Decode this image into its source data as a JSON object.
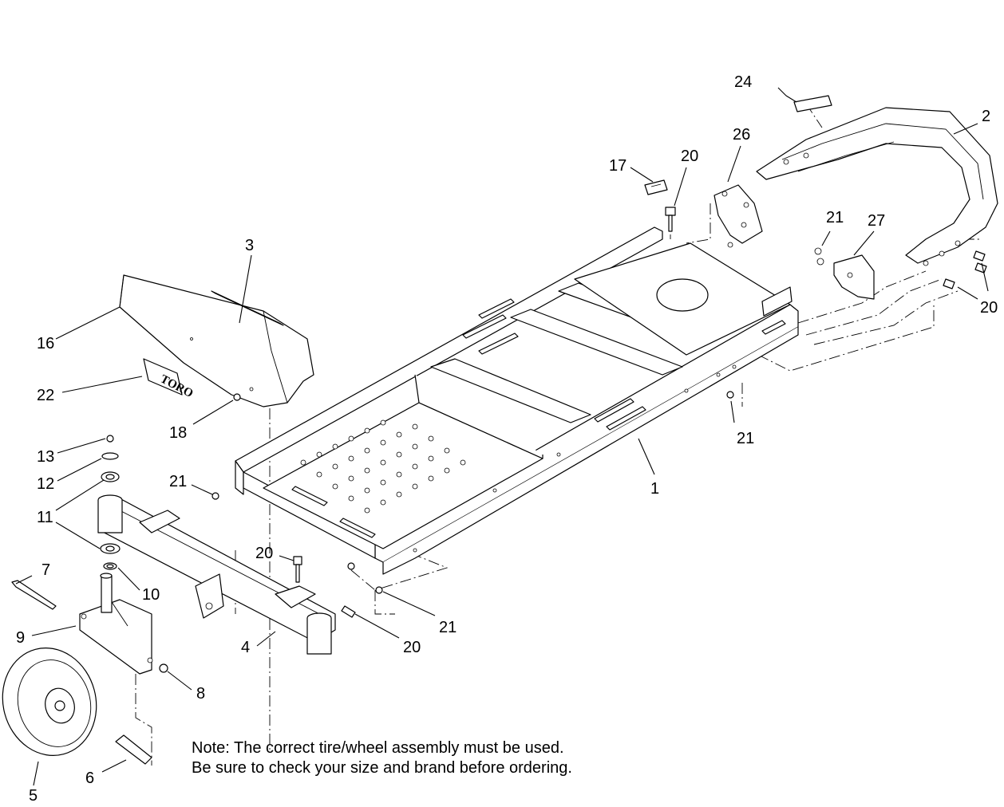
{
  "callouts": [
    {
      "id": "callout-1",
      "label": "1"
    },
    {
      "id": "callout-2",
      "label": "2"
    },
    {
      "id": "callout-3",
      "label": "3"
    },
    {
      "id": "callout-4",
      "label": "4"
    },
    {
      "id": "callout-5",
      "label": "5"
    },
    {
      "id": "callout-6",
      "label": "6"
    },
    {
      "id": "callout-7",
      "label": "7"
    },
    {
      "id": "callout-8",
      "label": "8"
    },
    {
      "id": "callout-9",
      "label": "9"
    },
    {
      "id": "callout-10",
      "label": "10"
    },
    {
      "id": "callout-11",
      "label": "11"
    },
    {
      "id": "callout-12",
      "label": "12"
    },
    {
      "id": "callout-13",
      "label": "13"
    },
    {
      "id": "callout-16",
      "label": "16"
    },
    {
      "id": "callout-17",
      "label": "17"
    },
    {
      "id": "callout-18",
      "label": "18"
    },
    {
      "id": "callout-20a",
      "label": "20"
    },
    {
      "id": "callout-20b",
      "label": "20"
    },
    {
      "id": "callout-20c",
      "label": "20"
    },
    {
      "id": "callout-20d",
      "label": "20"
    },
    {
      "id": "callout-21a",
      "label": "21"
    },
    {
      "id": "callout-21b",
      "label": "21"
    },
    {
      "id": "callout-21c",
      "label": "21"
    },
    {
      "id": "callout-21d",
      "label": "21"
    },
    {
      "id": "callout-22",
      "label": "22"
    },
    {
      "id": "callout-24",
      "label": "24"
    },
    {
      "id": "callout-26",
      "label": "26"
    },
    {
      "id": "callout-27",
      "label": "27"
    }
  ],
  "decal_logo": "TORO",
  "note": {
    "line1": "Note: The correct tire/wheel assembly must be used.",
    "line2": "Be sure to check your size and brand before ordering."
  }
}
